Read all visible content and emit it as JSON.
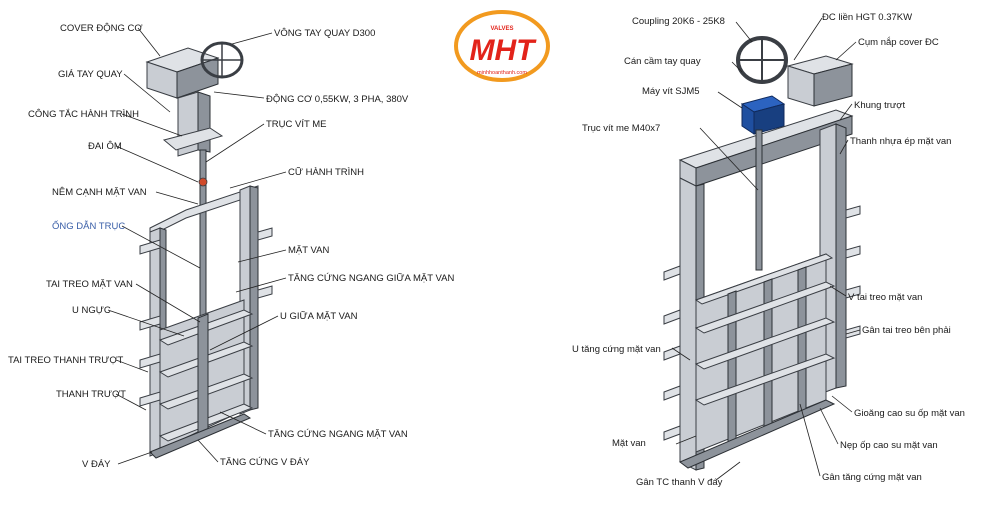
{
  "colors": {
    "steel": "#c9cdd3",
    "steel_dark": "#8d939b",
    "gearbox_blue": "#1f4fa0",
    "logo_orange": "#f29a1f",
    "logo_red": "#e2231a"
  },
  "logo": {
    "text": "MHT",
    "top_text": "VALVES",
    "bottom_text": "minhhoanthanh.com"
  },
  "left_labels": {
    "cover_dong_co": "COVER ĐỘNG CƠ",
    "vong_tay_quay": "VÔNG TAY QUAY D300",
    "gia_tay_quay": "GIÁ TAY QUAY",
    "dong_co": "ĐỘNG CƠ 0,55KW, 3 PHA, 380V",
    "cong_tac_hanh_trinh": "CÔNG TẮC HÀNH TRÌNH",
    "truc_vit_me": "TRỤC VÍT ME",
    "dai_om": "ĐAI ÔM",
    "cu_hanh_trinh": "CỮ HÀNH TRÌNH",
    "nem_canh_mat_van": "NÊM CẠNH MẶT VAN",
    "ong_dan_truc": "ỐNG DẪN TRỤC",
    "mat_van": "MẶT VAN",
    "tang_cung_ngang_giua": "TĂNG CỨNG NGANG GIỮA MẶT VAN",
    "tai_treo_mat_van": "TAI TREO MẶT VAN",
    "u_nguc": "U NGỰC",
    "u_giua_mat_van": "U GIỮA MẶT VAN",
    "tai_treo_thanh_truot": "TAI TREO THANH TRƯỢT",
    "thanh_truot": "THANH TRƯỢT",
    "tang_cung_ngang_mat_van": "TĂNG CỨNG NGANG MẶT VAN",
    "v_day": "V ĐÁY",
    "tang_cung_v_day": "TĂNG CỨNG V ĐÁY"
  },
  "right_labels": {
    "coupling": "Coupling 20K6 - 25K8",
    "dc_lien_hgt": "ĐC liền HGT 0.37KW",
    "cum_nap_cover": "Cụm nắp cover ĐC",
    "can_cam_tay_quay": "Cán cầm tay quay",
    "may_vit": "Máy vít SJM5",
    "khung_truot": "Khung trượt",
    "truc_vit_me": "Trục vít me M40x7",
    "thanh_nhua": "Thanh nhựa ép mặt van",
    "v_tai_treo": "V tai treo mặt van",
    "gan_tai_treo": "Gân tai treo bên phải",
    "u_tang_cung": "U tăng cứng mặt van",
    "gioang": "Gioăng cao su ốp mặt van",
    "mat_van": "Mặt van",
    "nep_op": "Nẹp ốp cao su mặt van",
    "gan_tc_thanh_v": "Gân TC thanh V đáy",
    "gan_tang_cung": "Gân tăng cứng mặt van"
  }
}
